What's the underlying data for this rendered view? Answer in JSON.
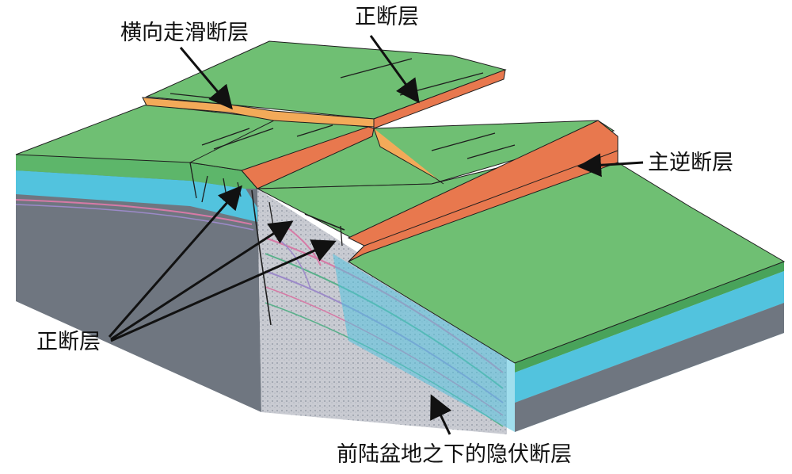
{
  "labels": {
    "strike_slip": "横向走滑断层",
    "normal_fault_top": "正断层",
    "main_thrust": "主逆断层",
    "normal_fault_left": "正断层",
    "hidden_fault": "前陆盆地之下的隐伏断层"
  },
  "colors": {
    "surface_green": "#6fbf73",
    "side_green": "#49a35a",
    "side_cyan": "#52c3de",
    "basement_gray": "#6f7680",
    "fault_scarp_red": "#e8784e",
    "strike_slip_orange": "#f3aa59",
    "seismic_pink": "#d77aa6"
  }
}
